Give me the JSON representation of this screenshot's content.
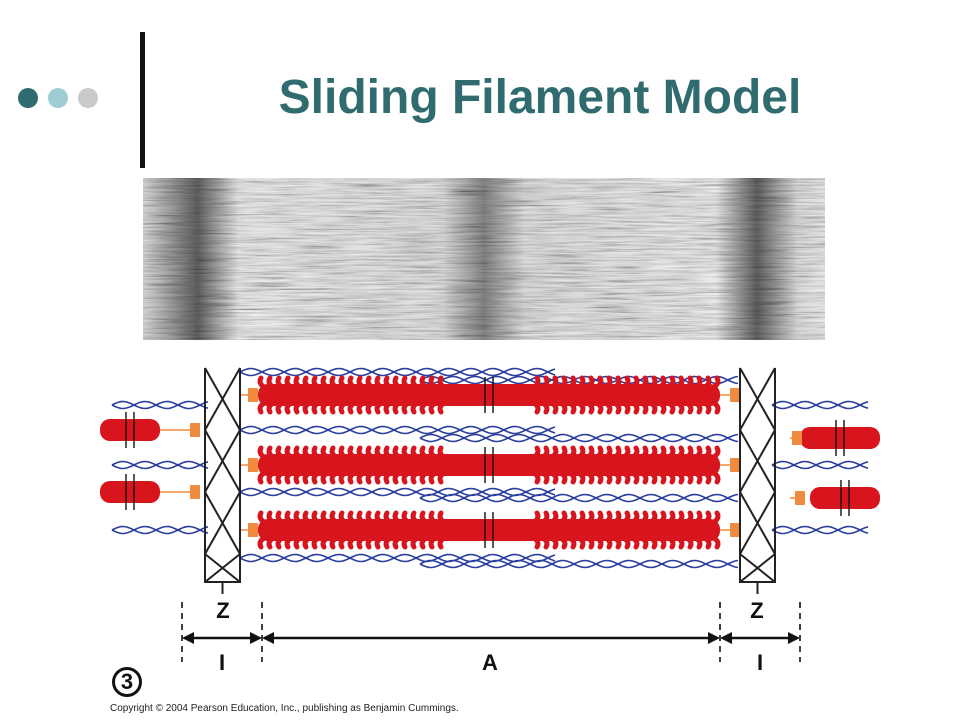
{
  "slide": {
    "title": "Sliding Filament Model",
    "dot_colors": [
      "#2f6b6f",
      "#9fcdd1",
      "#c9c9c9"
    ],
    "accent_color": "#2f6b6f"
  },
  "figure": {
    "step_number": "3",
    "labels": {
      "z_left": "Z",
      "z_right": "Z",
      "i_left": "I",
      "a_band": "A",
      "i_right": "I"
    },
    "copyright": "Copyright © 2004 Pearson Education, Inc., publishing as Benjamin Cummings.",
    "colors": {
      "thick_filament": "#d8141c",
      "thin_filament": "#2b3f9c",
      "titin": "#f08a3c",
      "z_disc": "#222222"
    }
  }
}
